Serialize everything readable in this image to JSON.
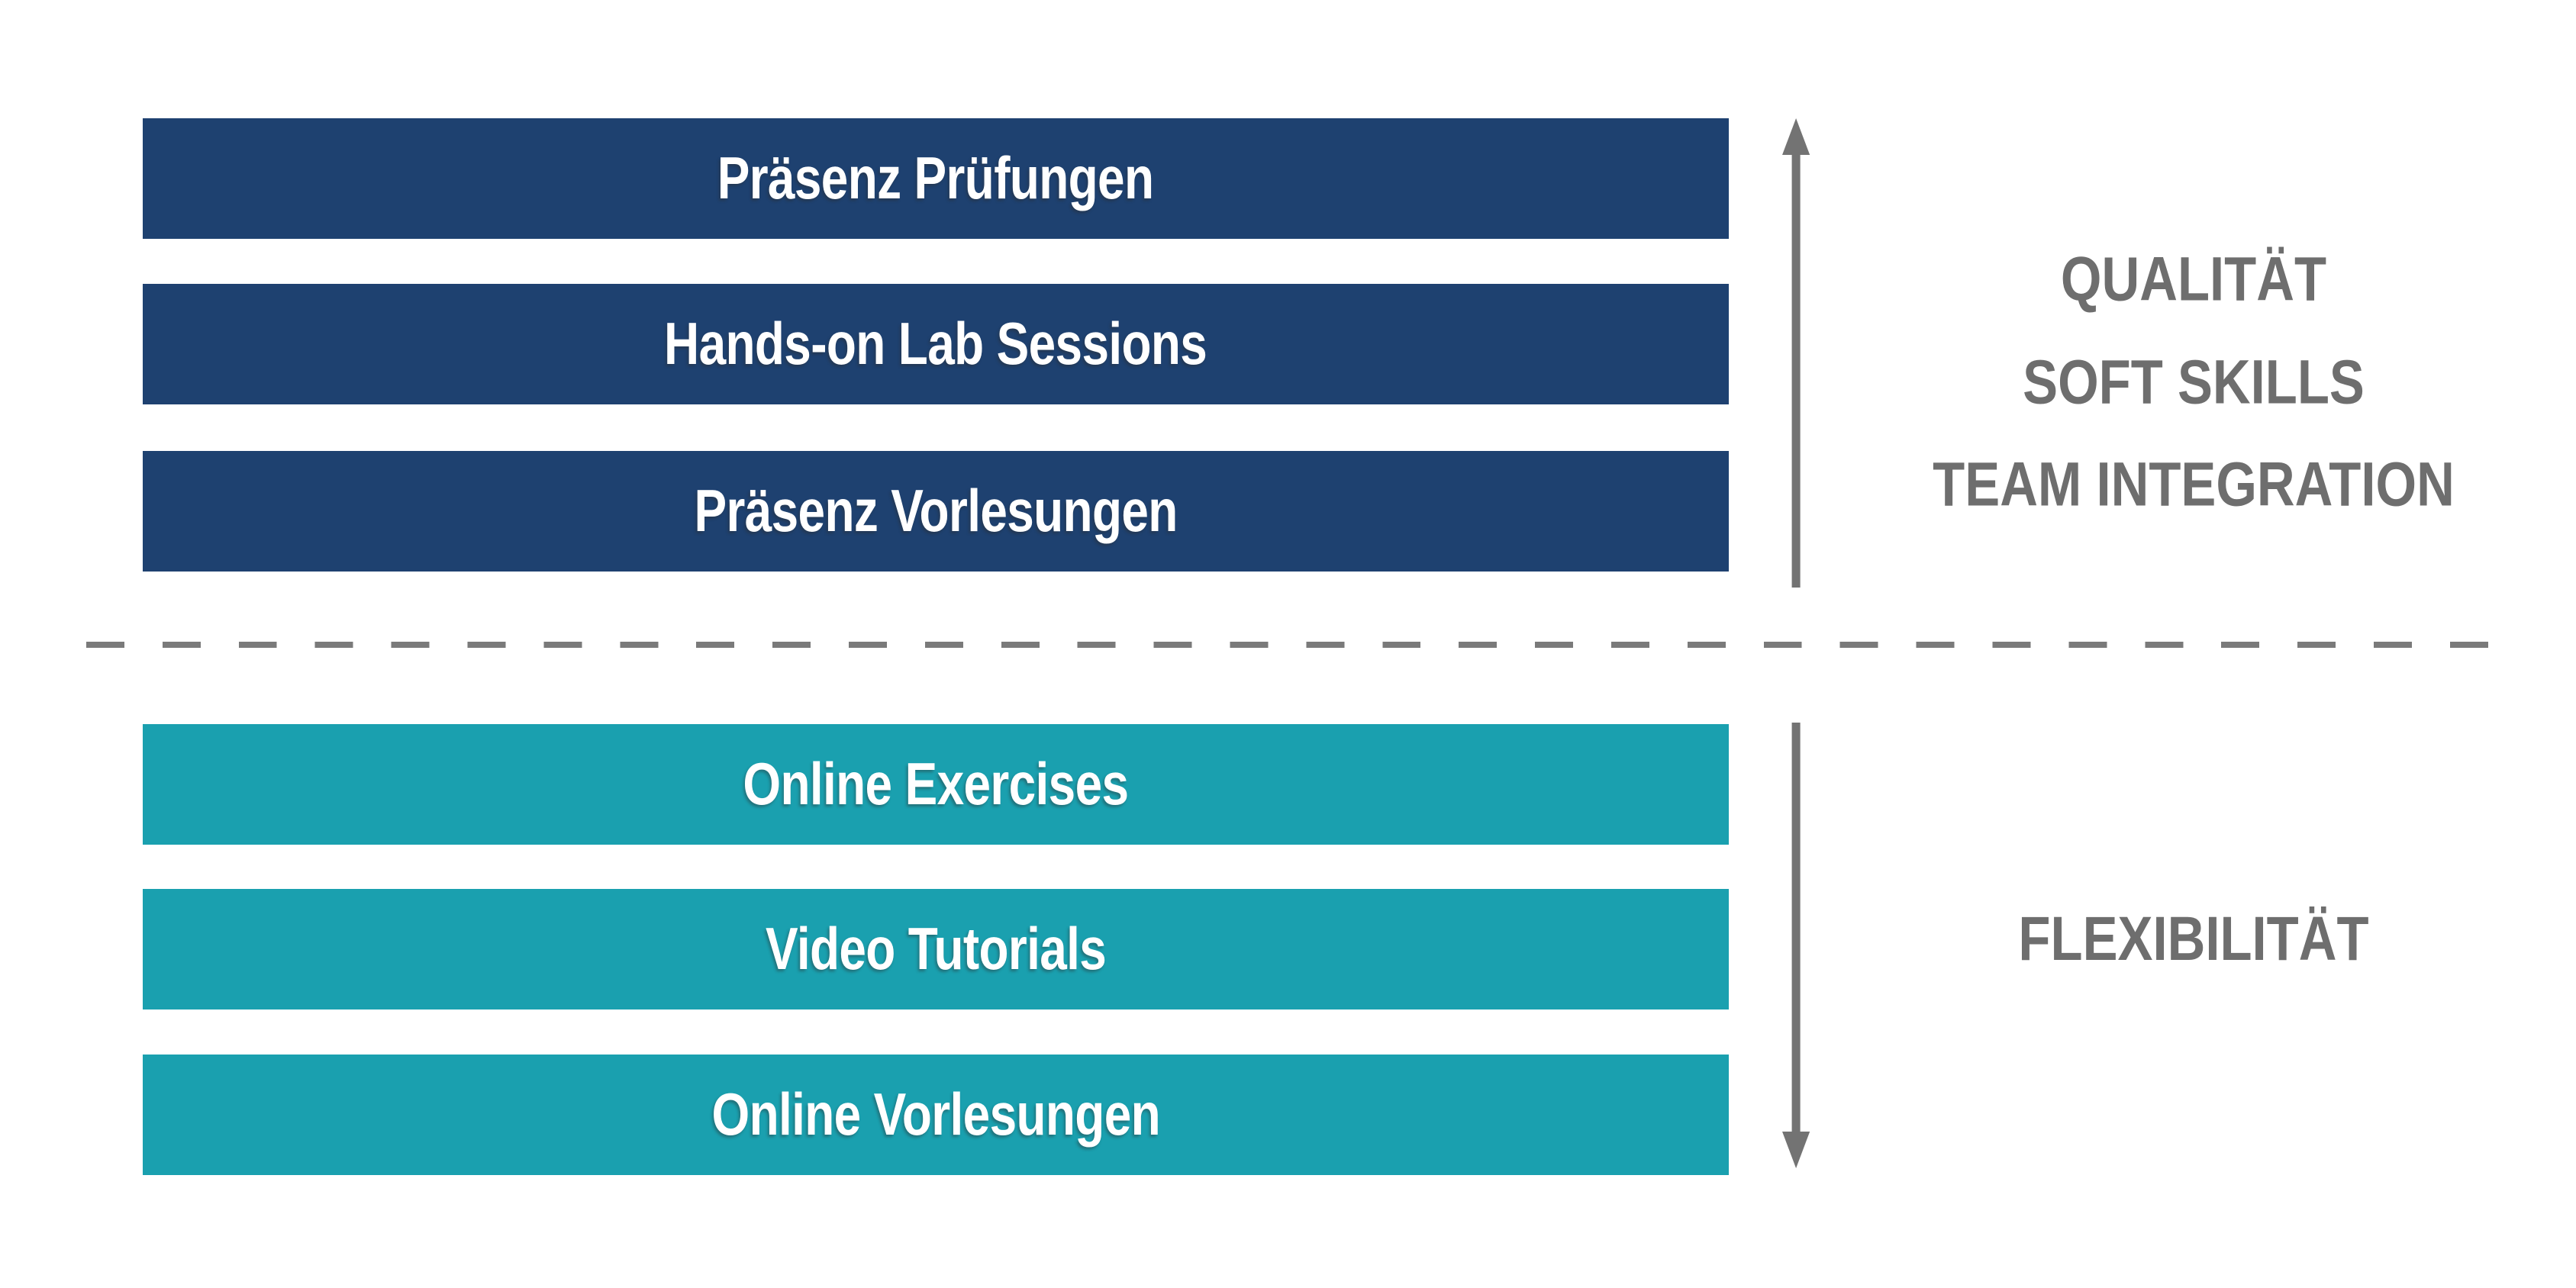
{
  "colors": {
    "navy": "#1E4170",
    "teal": "#1AA0AF",
    "bar_text": "#FFFFFF",
    "axis_text": "#6E6E6E",
    "arrow": "#737373",
    "dash": "#7A7A7A"
  },
  "top_group": {
    "bars": [
      {
        "label": "Präsenz Prüfungen"
      },
      {
        "label": "Hands-on Lab Sessions"
      },
      {
        "label": "Präsenz Vorlesungen"
      }
    ],
    "axis_labels": [
      "QUALITÄT",
      "SOFT SKILLS",
      "TEAM INTEGRATION"
    ],
    "arrow_direction": "up"
  },
  "bottom_group": {
    "bars": [
      {
        "label": "Online Exercises"
      },
      {
        "label": "Video Tutorials"
      },
      {
        "label": "Online Vorlesungen"
      }
    ],
    "axis_labels": [
      "FLEXIBILITÄT"
    ],
    "arrow_direction": "down"
  }
}
